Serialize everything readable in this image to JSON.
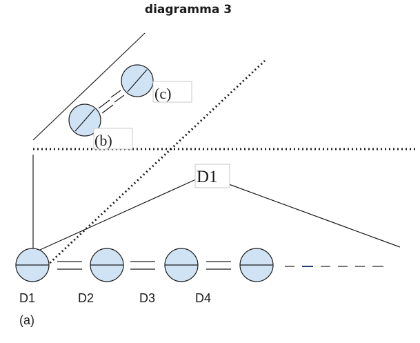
{
  "title": "diagramma 3",
  "labels": {
    "c": "(c)",
    "b": "(b)",
    "d1_box": "D1",
    "disk_1": "D1",
    "disk_2": "D2",
    "disk_3": "D3",
    "disk_4": "D4",
    "a": "(a)"
  },
  "colors": {
    "disk_fill": "#cfe3f5",
    "line": "#1a1a1a",
    "box_border": "#c8c8c8",
    "dash_accent": "#1f3a6e"
  }
}
